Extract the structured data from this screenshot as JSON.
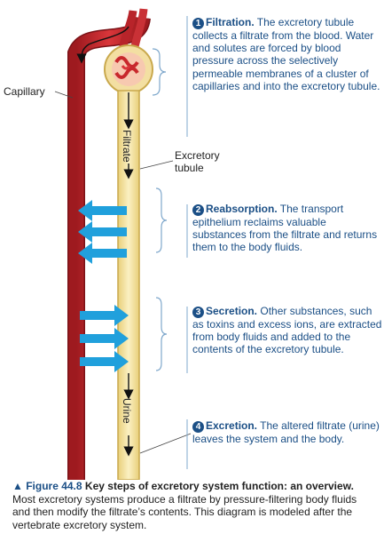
{
  "labels": {
    "capillary": "Capillary",
    "excretory_tubule": "Excretory\ntubule",
    "filtrate": "Filtrate",
    "urine": "Urine"
  },
  "stages": [
    {
      "number": "1",
      "title": "Filtration.",
      "text": "The excretory tubule collects a filtrate from the blood. Water and solutes are forced by blood pressure across the selectively permeable membranes of a cluster of capillaries and into the excretory tubule."
    },
    {
      "number": "2",
      "title": "Reabsorption.",
      "text": "The transport epithelium reclaims valuable substances from the filtrate and returns them to the body fluids."
    },
    {
      "number": "3",
      "title": "Secretion.",
      "text": "Other substances, such as toxins and excess ions, are extracted from body fluids and added to the contents of the excretory tubule."
    },
    {
      "number": "4",
      "title": "Excretion.",
      "text": "The altered filtrate (urine) leaves the system and the body."
    }
  ],
  "caption": {
    "figure_label": "▲ Figure 44.8",
    "title": "Key steps of excretory system function: an overview.",
    "text": "Most excretory systems produce a filtrate by pressure-filtering body fluids and then modify the filtrate’s contents. This diagram is modeled after the vertebrate excretory system."
  },
  "colors": {
    "capillary": "#c8282c",
    "tubule": "#f6e6a0",
    "tubule_edge": "#c9a94d",
    "arrow_blue": "#20a0dc",
    "text_blue": "#1b4f86",
    "bracket": "#7fa8cc"
  }
}
